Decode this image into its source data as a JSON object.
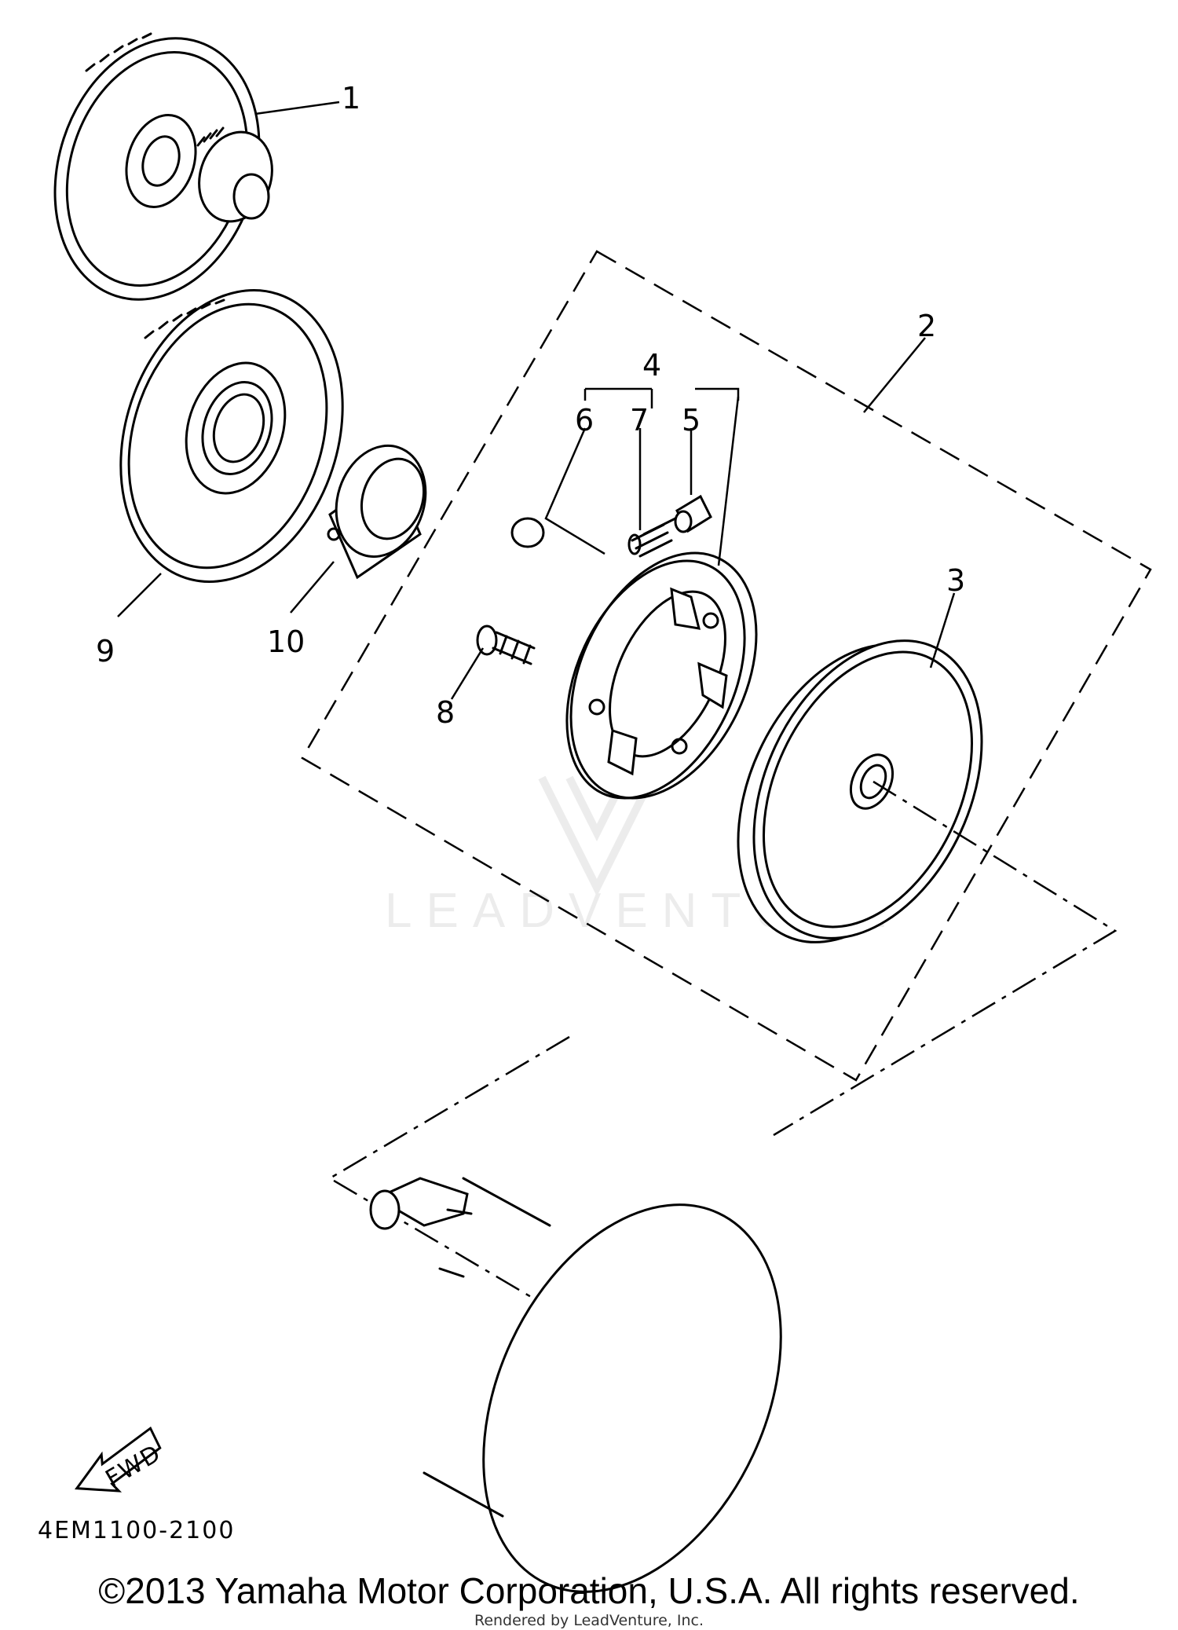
{
  "diagram": {
    "callouts": [
      "1",
      "2",
      "3",
      "4",
      "5",
      "6",
      "7",
      "8",
      "9",
      "10"
    ],
    "fwd_label": "FWD",
    "diagram_code": "4EM1100-2100",
    "watermark": "LEADVENTURE"
  },
  "footer": {
    "copyright": "©2013 Yamaha Motor Corporation, U.S.A. All rights reserved.",
    "rendered_by": "Rendered by LeadVenture, Inc."
  }
}
